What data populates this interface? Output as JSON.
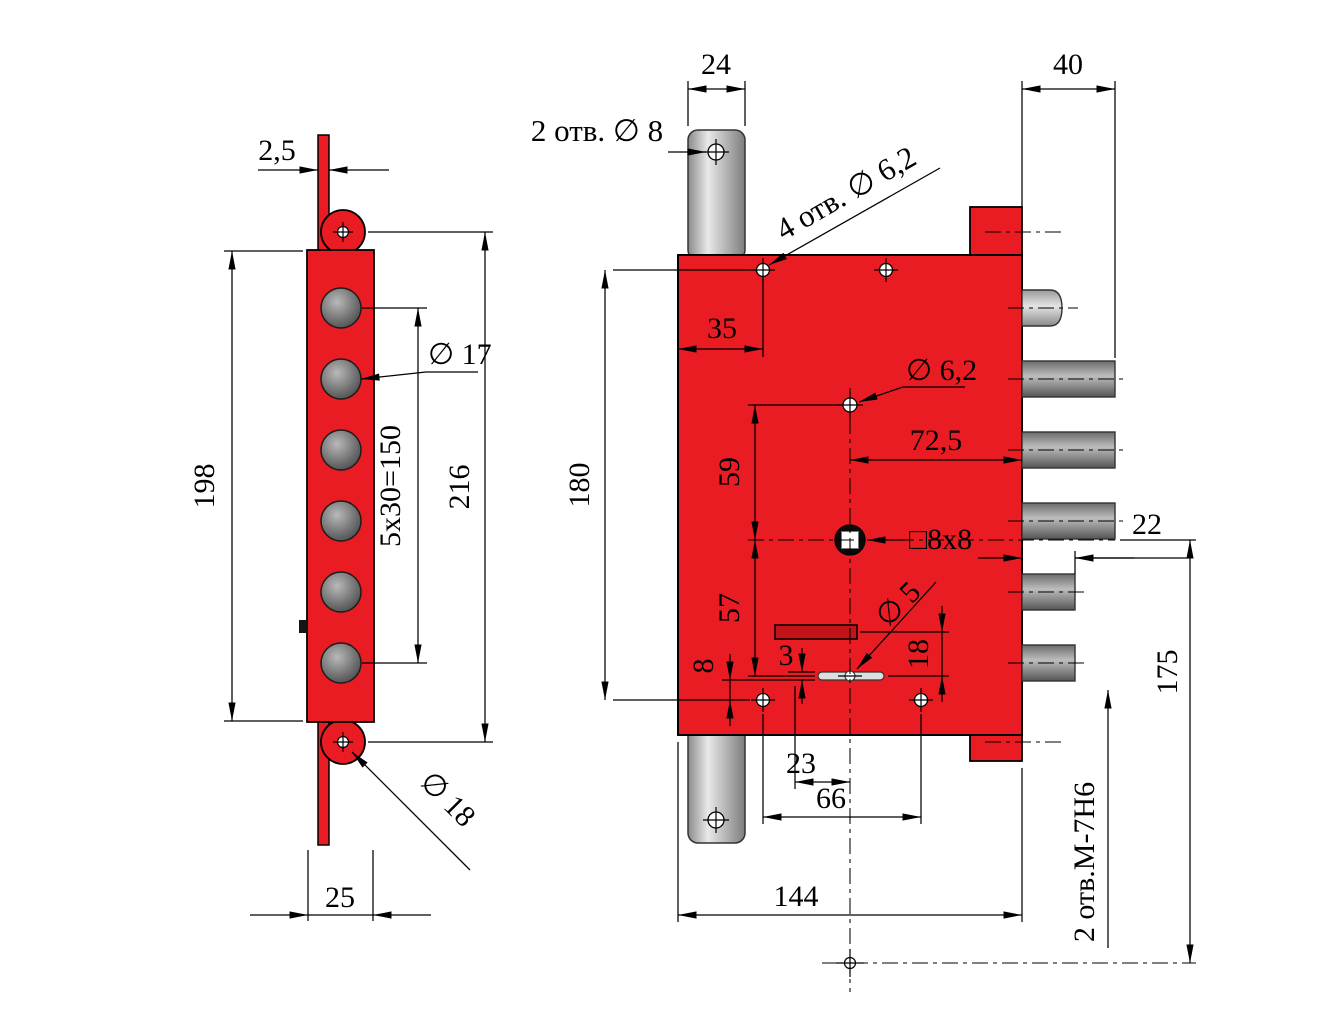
{
  "drawing": {
    "kind": "engineering-drawing",
    "subject": "mortise-lock",
    "colors": {
      "body_red": "#e81c22",
      "steel_light": "#e8e8e8",
      "steel_dark": "#5a5a5a",
      "line_black": "#000000"
    },
    "side_view": {
      "plate_thickness": "2,5",
      "case_height": "198",
      "overall_height": "216",
      "bolt_pitch": "5x30=150",
      "bolt_diameter": "∅ 17",
      "roller_diameter": "∅ 18",
      "plate_width": "25"
    },
    "front_view": {
      "rod_width": "24",
      "bolt_throw": "40",
      "rod_holes_note": "2 отв. ∅ 8",
      "face_holes_note": "4 отв. ∅ 6,2",
      "hole_edge_offset": "35",
      "upper_hole_diameter": "∅ 6,2",
      "hole_to_spindle": "59",
      "spindle_to_edge": "72,5",
      "spindle_square": "□8x8",
      "spindle_to_latch": "57",
      "aux_bolt_throw": "22",
      "latch_pin_diameter": "∅ 5",
      "slot_to_latch": "18",
      "latch_thickness": "3",
      "latch_to_holes": "8",
      "latch_offset": "23",
      "lower_holes_span": "66",
      "body_width": "144",
      "spindle_to_cylinder": "175",
      "holes_span_height": "180",
      "thread_note": "2 отв.М-7Н6"
    }
  }
}
